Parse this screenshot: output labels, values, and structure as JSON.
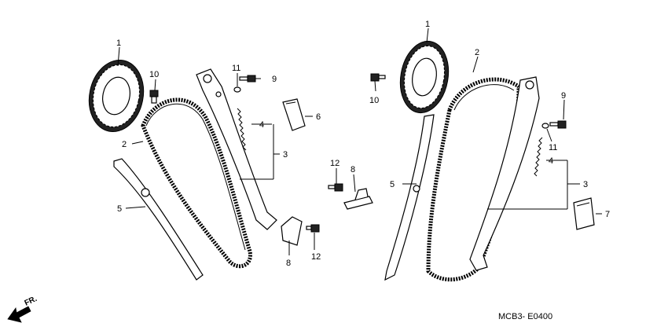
{
  "diagram": {
    "drawing_code": "MCB3- E0400",
    "direction_label": "FR.",
    "callouts": {
      "l1": "1",
      "l2": "2",
      "l3": "3",
      "l4": "4",
      "l5": "5",
      "l6": "6",
      "l8": "8",
      "l9": "9",
      "l10": "10",
      "l11": "11",
      "l12": "12",
      "l8b": "8",
      "l12b": "12",
      "r1": "1",
      "r2": "2",
      "r3": "3",
      "r4": "4",
      "r5": "5",
      "r7": "7",
      "r9": "9",
      "r10": "10",
      "r11": "11"
    }
  }
}
